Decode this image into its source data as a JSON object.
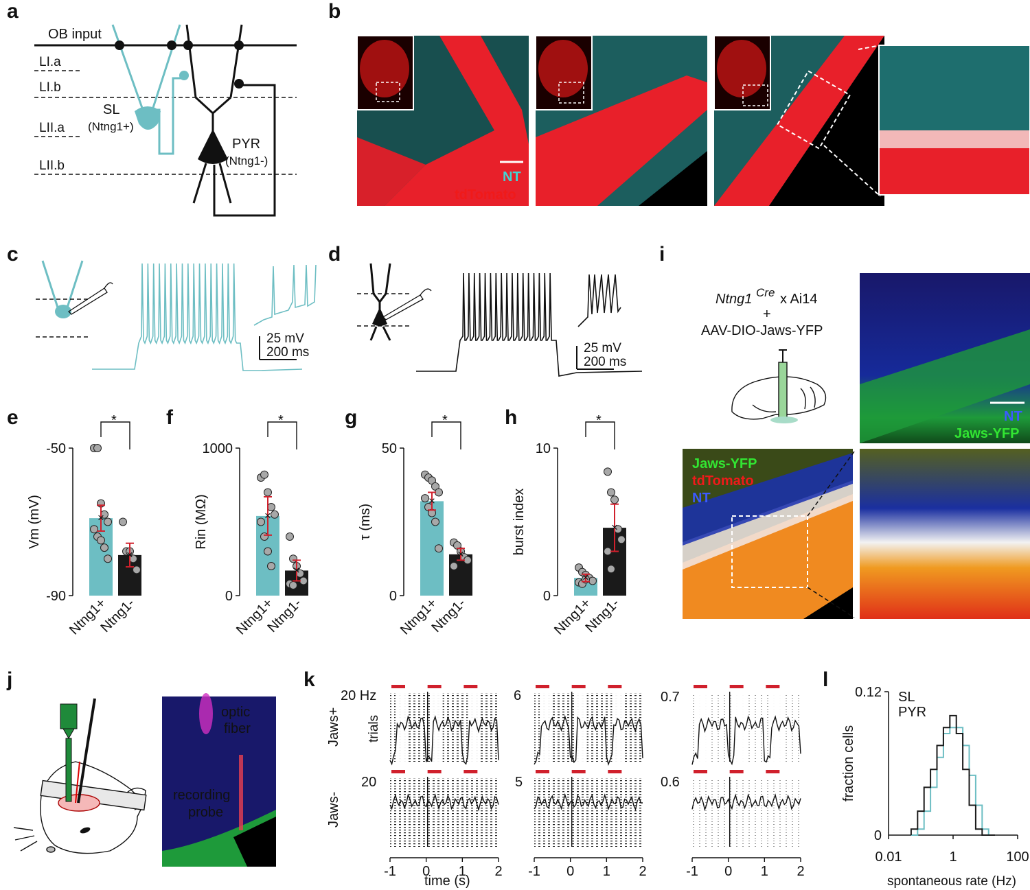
{
  "panel_labels": [
    "a",
    "b",
    "c",
    "d",
    "e",
    "f",
    "g",
    "h",
    "i",
    "j",
    "k",
    "l"
  ],
  "colors": {
    "sl": "#6dbec3",
    "pyr": "#1a1a1a",
    "red": "#d0202c",
    "nt": "#42d4d4",
    "tdtomato": "#f01a1a",
    "jaws": "#32e632",
    "nt_blue": "#3c5aff"
  },
  "panel_a": {
    "ob_input": "OB input",
    "layers": [
      "LI.a",
      "LI.b",
      "LII.a",
      "LII.b"
    ],
    "sl_label": "SL",
    "sl_sub": "(Ntng1+)",
    "pyr_label": "PYR",
    "pyr_sub": "(Ntng1-)"
  },
  "panel_b": {
    "nt": "NT",
    "tdtomato": "tdTomato"
  },
  "panel_c": {
    "scale_mv": "25 mV",
    "scale_ms": "200 ms"
  },
  "panel_d": {
    "scale_mv": "25 mV",
    "scale_ms": "200 ms"
  },
  "panel_i": {
    "genotype": "Ntng1",
    "genotype_sup": "Cre",
    "cross": "x Ai14",
    "plus": "+",
    "virus": "AAV-DIO-Jaws-YFP",
    "legend_top": [
      "NT",
      "Jaws-YFP"
    ],
    "legend_bottom": [
      "Jaws-YFP",
      "tdTomato",
      "NT"
    ]
  },
  "panel_j": {
    "optic": [
      "optic",
      "fiber"
    ],
    "probe": [
      "recording",
      "probe"
    ]
  },
  "panel_k": {
    "row_labels": [
      "Jaws+",
      "Jaws-"
    ],
    "trials_label": "trials",
    "rates": [
      [
        "20 Hz",
        "6",
        "0.7"
      ],
      [
        "20",
        "5",
        "0.6"
      ]
    ],
    "x_ticks": [
      "-1",
      "0",
      "1",
      "2"
    ],
    "xlabel": "time (s)"
  },
  "chart_data": [
    {
      "panel": "e",
      "type": "bar",
      "categories": [
        "Ntng1+",
        "Ntng1-"
      ],
      "values": [
        -69,
        -79
      ],
      "errors": [
        3.5,
        3.2
      ],
      "points": [
        [
          -50,
          -50,
          -65,
          -68,
          -70,
          -72,
          -74,
          -75,
          -77,
          -80
        ],
        [
          -70,
          -78,
          -78,
          -80,
          -83
        ]
      ],
      "ylabel": "Vm (mV)",
      "ylim": [
        -90,
        -50
      ],
      "yticks": [
        "-50",
        "-90"
      ],
      "significance": "*"
    },
    {
      "panel": "f",
      "type": "bar",
      "categories": [
        "Ntng1+",
        "Ntng1-"
      ],
      "values": [
        540,
        170
      ],
      "errors": [
        130,
        70
      ],
      "points": [
        [
          800,
          820,
          700,
          600,
          550,
          500,
          400,
          300,
          200
        ],
        [
          400,
          250,
          200,
          150,
          100,
          80,
          70
        ]
      ],
      "ylabel": "Rin (MΩ)",
      "ylim": [
        0,
        1000
      ],
      "yticks": [
        "1000",
        "0"
      ],
      "significance": "*"
    },
    {
      "panel": "g",
      "type": "bar",
      "categories": [
        "Ntng1+",
        "Ntng1-"
      ],
      "values": [
        32,
        14
      ],
      "errors": [
        3,
        2
      ],
      "points": [
        [
          41,
          40,
          39,
          37,
          35,
          33,
          30,
          28,
          25,
          16
        ],
        [
          18,
          17,
          15,
          13,
          12,
          10
        ]
      ],
      "ylabel": "τ (ms)",
      "ylim": [
        0,
        50
      ],
      "yticks": [
        "50",
        "0"
      ],
      "significance": "*"
    },
    {
      "panel": "h",
      "type": "bar",
      "categories": [
        "Ntng1+",
        "Ntng1-"
      ],
      "values": [
        1.2,
        4.6
      ],
      "errors": [
        0.25,
        1.6
      ],
      "points": [
        [
          1.9,
          1.6,
          1.4,
          1.2,
          1.0,
          0.9,
          0.8,
          1.1
        ],
        [
          8.4,
          7.0,
          6.5,
          4.5,
          3.8,
          3.0,
          1.8
        ]
      ],
      "ylabel": "burst index",
      "ylim": [
        0,
        10
      ],
      "yticks": [
        "10",
        "0"
      ],
      "significance": "*"
    },
    {
      "panel": "l",
      "type": "histogram",
      "xscale": "log",
      "xlim": [
        0.01,
        100
      ],
      "xticks": [
        "0.01",
        "1",
        "100"
      ],
      "ylim": [
        0,
        0.12
      ],
      "yticks": [
        "0.12",
        "0"
      ],
      "xlabel": "spontaneous rate (Hz)",
      "ylabel": "fraction cells",
      "x_log10_bin_centers": [
        -1.2,
        -1.0,
        -0.8,
        -0.6,
        -0.4,
        -0.2,
        0.0,
        0.2,
        0.4,
        0.6,
        0.8,
        1.0,
        1.2
      ],
      "series": [
        {
          "name": "SL",
          "values": [
            0,
            0.005,
            0.02,
            0.04,
            0.065,
            0.085,
            0.09,
            0.09,
            0.075,
            0.05,
            0.025,
            0.005,
            0
          ]
        },
        {
          "name": "PYR",
          "values": [
            0.005,
            0.02,
            0.04,
            0.055,
            0.075,
            0.09,
            0.1,
            0.085,
            0.055,
            0.025,
            0.005,
            0,
            0
          ]
        }
      ]
    }
  ]
}
